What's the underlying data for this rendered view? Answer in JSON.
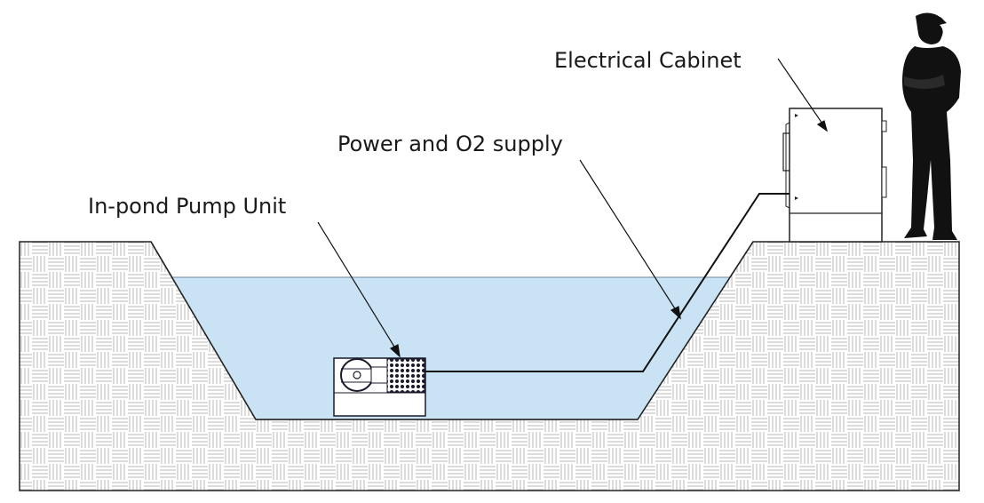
{
  "labels": {
    "cabinet": "Electrical Cabinet",
    "cable": "Power and O2 supply",
    "pump": "In-pond Pump Unit"
  },
  "colors": {
    "water": "#c9e3f5",
    "ground_fill": "#ffffff",
    "ground_pattern": "#b8b8b8",
    "outline": "#222222",
    "silhouette": "#111111"
  },
  "icons": {
    "person": "person-silhouette-icon",
    "cabinet": "electrical-cabinet-icon",
    "pump": "pump-unit-icon"
  }
}
